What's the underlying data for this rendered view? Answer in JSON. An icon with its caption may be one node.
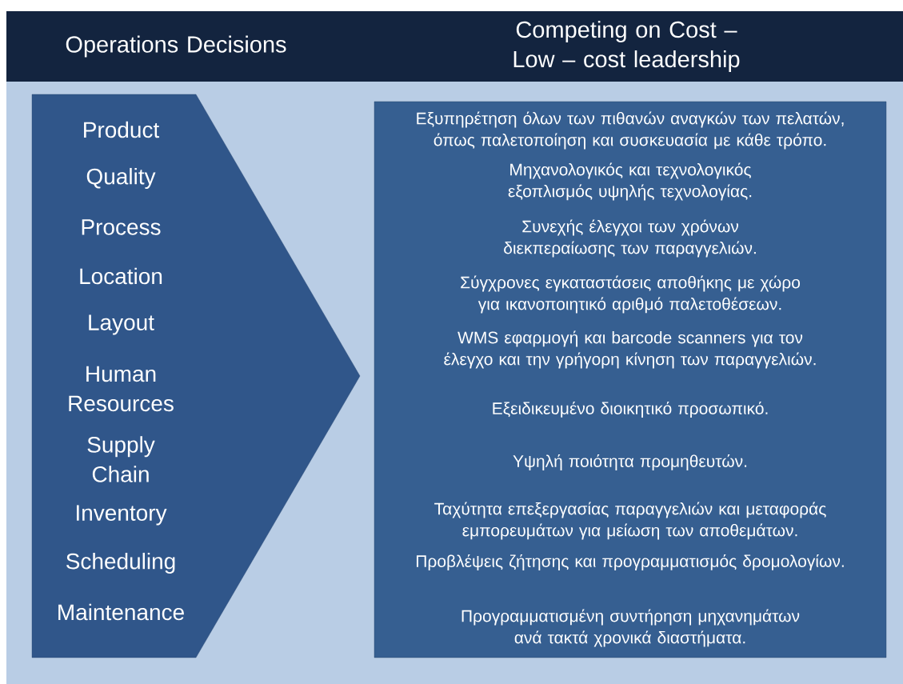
{
  "diagram": {
    "nodes": [
      {
        "text": [
          "Operations Decisions",
          "Competing on Cost – Low – cost leadership"
        ]
      },
      {
        "text": [
          "Product",
          "Quality",
          "Process",
          "Location",
          "Layout",
          "Human Resources",
          "Supply Chain",
          "Inventory",
          "Scheduling",
          "Maintenance"
        ]
      },
      {
        "text": [
          "Εξυπηρέτηση όλων των πιθανών αναγκών των πελατών, όπως παλετοποίηση και συσκευασία με κάθε τρόπο.",
          "Μηχανολογικός και τεχνολογικός εξοπλισμός υψηλής τεχνολογίας.",
          "Συνεχής έλεγχοι των χρόνων διεκπεραίωσης των παραγγελιών.",
          "Σύγχρονες εγκαταστάσεις αποθήκης με χώρο για ικανοποιητικό αριθμό παλετοθέσεων.",
          "WMS εφαρμογή και barcode scanners για τον έλεγχο και την γρήγορη κίνηση των παραγγελιών.",
          "Εξειδικευμένο διοικητικό προσωπικό.",
          "Υψηλή ποιότητα προμηθευτών.",
          "Ταχύτητα επεξεργασίας παραγγελιών και μεταφοράς εμπορευμάτων για μείωση των αποθεμάτων.",
          "Προβλέψεις ζήτησης και προγραμματισμός δρομολογίων.",
          "Προγραμματισμένη συντήρηση μηχανημάτων ανά τακτά χρονικά διαστήματα."
        ]
      }
    ]
  }
}
